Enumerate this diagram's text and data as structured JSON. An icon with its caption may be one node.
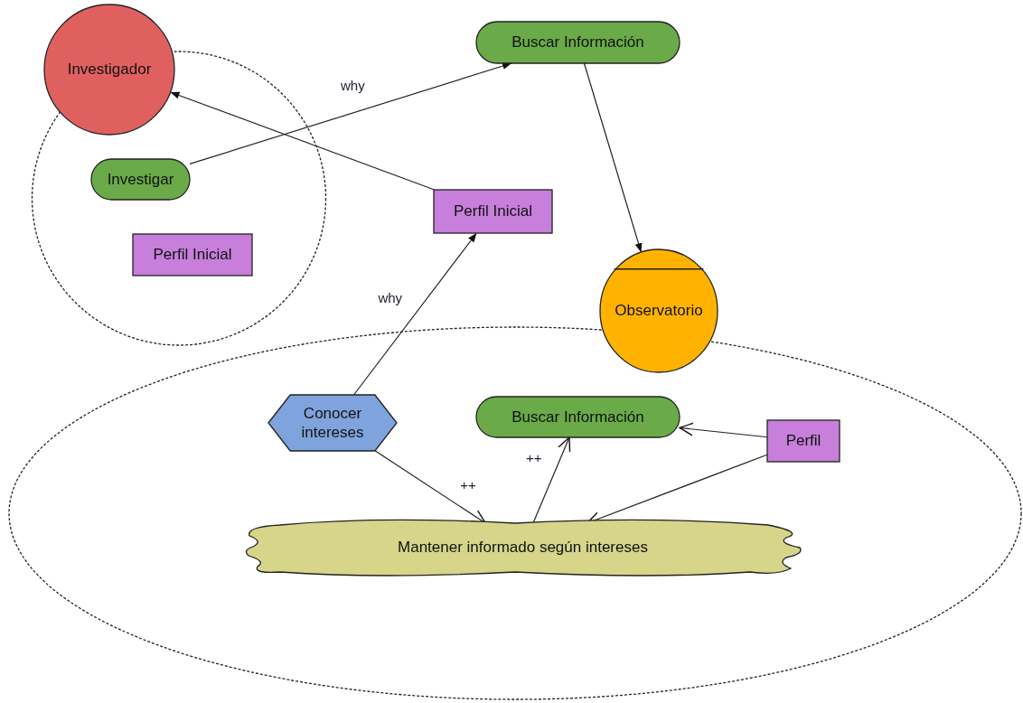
{
  "diagram": {
    "nodes": [
      {
        "text": [
          "Investigador"
        ]
      },
      {
        "text": [],
        "shape": "circle"
      },
      {
        "text": [
          "Buscar Información"
        ]
      },
      {
        "text": [
          "Investigar"
        ],
        "in": 1
      },
      {
        "text": [
          "Perfil Inicial"
        ]
      },
      {
        "text": [
          "Perfil Inicial"
        ],
        "in": 1
      },
      {
        "text": [
          "Observatorio"
        ]
      },
      {
        "text": [],
        "shape": "ellipse"
      },
      {
        "text": [
          "Conocer intereses"
        ],
        "in": 7
      },
      {
        "text": [
          "Buscar Información"
        ],
        "in": 7
      },
      {
        "text": [
          "Perfil"
        ],
        "in": 7
      },
      {
        "text": [
          "Mantener informado según intereses"
        ],
        "in": 7
      }
    ],
    "edges": [
      {
        "from": 3,
        "to": 2,
        "arrow": "to",
        "label": "why"
      },
      {
        "from": 4,
        "to": 0,
        "arrow": "to"
      },
      {
        "from": 2,
        "to": 6,
        "arrow": "to"
      },
      {
        "from": 8,
        "to": 4,
        "arrow": "to",
        "label": "why"
      },
      {
        "from": 8,
        "to": 11,
        "arrow": "to",
        "label": "++"
      },
      {
        "from": 11,
        "to": 9,
        "arrow": "to",
        "label": "++"
      },
      {
        "from": 10,
        "to": 9,
        "arrow": "to"
      },
      {
        "from": 10,
        "to": 11,
        "arrow": "to"
      }
    ]
  }
}
